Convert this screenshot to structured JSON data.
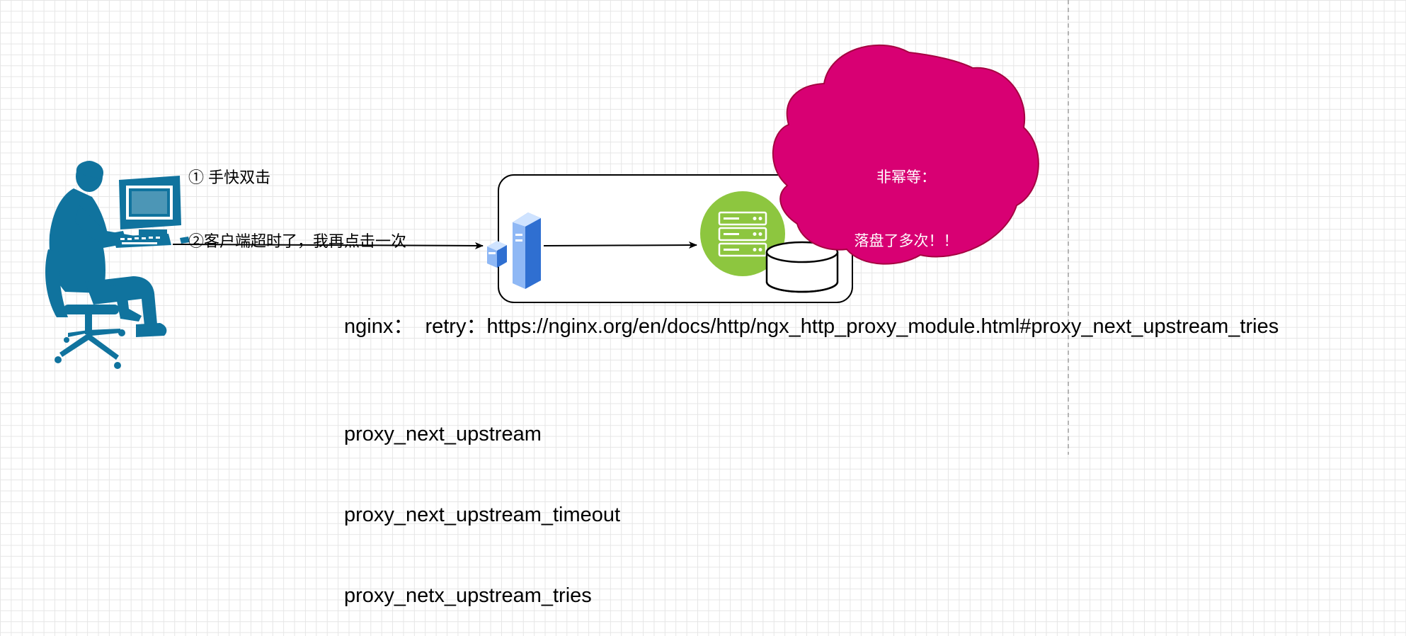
{
  "annotation": {
    "line1": "① 手快双击",
    "line2": "②客户端超时了，我再点击一次"
  },
  "cloud": {
    "line1": "非幂等：",
    "line2": "落盘了多次！！",
    "color": "#d80073"
  },
  "nginx_note": "nginx：  retry：https://nginx.org/en/docs/http/ngx_http_proxy_module.html#proxy_next_upstream_tries",
  "directives": [
    "proxy_next_upstream",
    "proxy_next_upstream_timeout",
    "proxy_netx_upstream_tries"
  ],
  "colors": {
    "user": "#10739e",
    "server_green": "#8dc63f",
    "proxy_blue": "#2f6fd1"
  },
  "icons": {
    "user": "user-at-computer-icon",
    "proxy": "proxy-server-icon",
    "server": "server-icon",
    "database": "database-icon"
  }
}
